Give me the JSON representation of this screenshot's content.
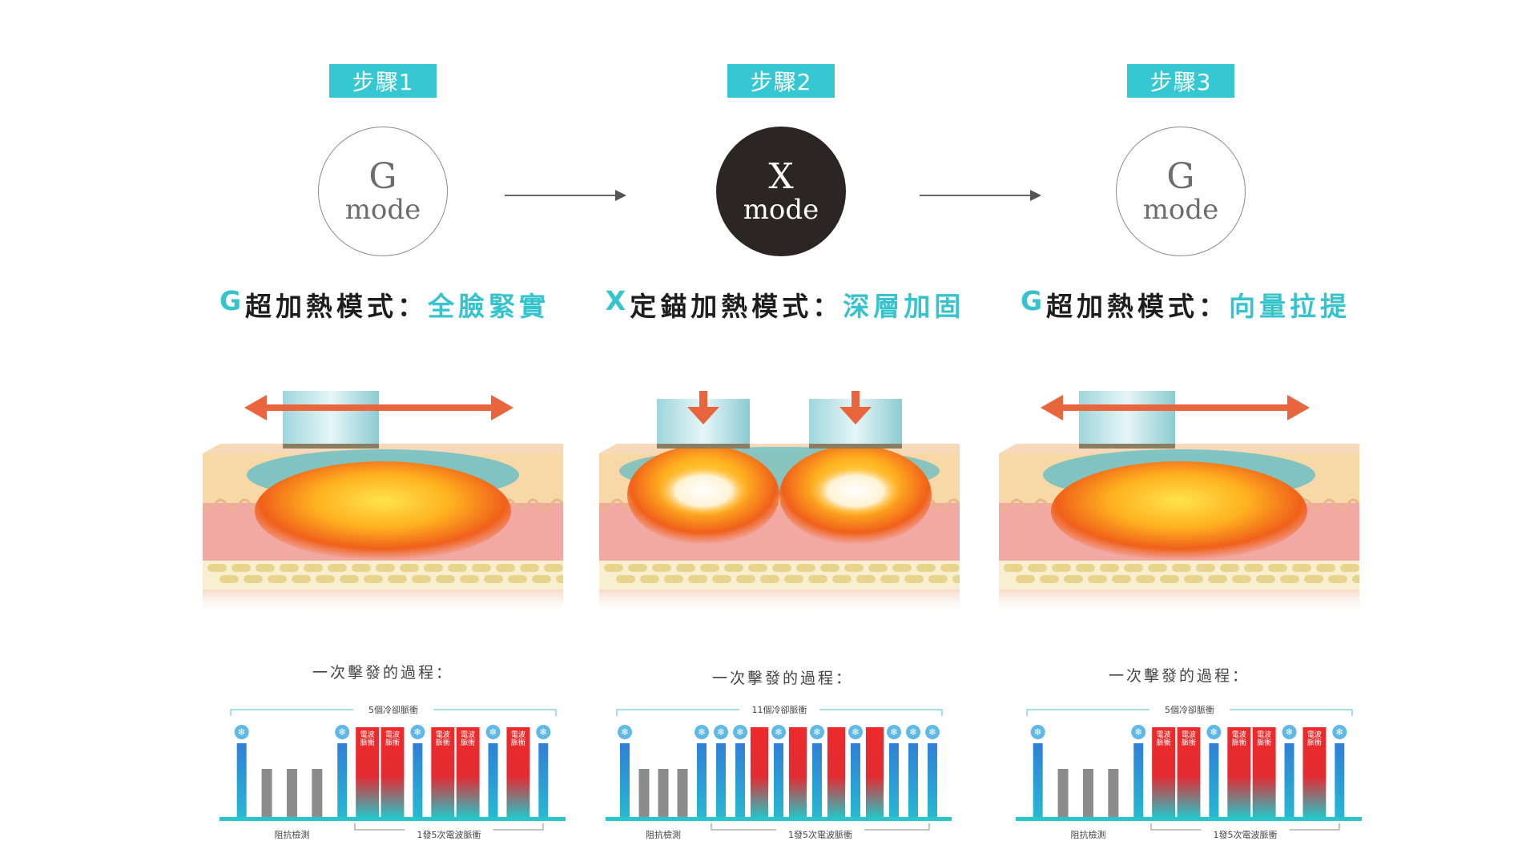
{
  "arrows": [
    "arrow-right-icon",
    "arrow-right-icon"
  ],
  "colors": {
    "accent": "#35c8d3",
    "dark_circle": "#2b2624",
    "pulse_red": "#ee2a2a",
    "pulse_blue": "#2f7fd6",
    "impedance_gray": "#8c8c8c"
  },
  "steps": [
    {
      "badge": "步驟1",
      "mode_letter": "G",
      "mode_word": "mode",
      "dark": false,
      "title_prefix": "G",
      "title_main": "超加熱模式：",
      "title_accent": "全臉緊實",
      "movement": "horizontal",
      "process_title": "一次擊發的過程：",
      "cooling_label": "5個冷卻脈衝",
      "impedance_label": "阻抗檢測",
      "pulse_label": "1發5次電波脈衝",
      "pulse_bar_text": "電波脈衝",
      "bars": [
        "cool",
        "imp",
        "imp",
        "imp",
        "cool",
        "rf",
        "rf",
        "cool",
        "rf",
        "rf",
        "cool",
        "rf",
        "cool"
      ]
    },
    {
      "badge": "步驟2",
      "mode_letter": "X",
      "mode_word": "mode",
      "dark": true,
      "title_prefix": "X",
      "title_main": "定錨加熱模式：",
      "title_accent": "深層加固",
      "movement": "vertical",
      "process_title": "一次擊發的過程：",
      "cooling_label": "11個冷卻脈衝",
      "impedance_label": "阻抗檢測",
      "pulse_label": "1發5次電波脈衝",
      "pulse_bar_text": "",
      "bars": [
        "cool",
        "imp",
        "imp",
        "imp",
        "cool",
        "cool",
        "cool",
        "rf",
        "cool",
        "rf",
        "cool",
        "rf",
        "cool",
        "rf",
        "cool",
        "cool",
        "cool"
      ]
    },
    {
      "badge": "步驟3",
      "mode_letter": "G",
      "mode_word": "mode",
      "dark": false,
      "title_prefix": "G",
      "title_main": "超加熱模式：",
      "title_accent": "向量拉提",
      "movement": "horizontal",
      "process_title": "一次擊發的過程：",
      "cooling_label": "5個冷卻脈衝",
      "impedance_label": "阻抗檢測",
      "pulse_label": "1發5次電波脈衝",
      "pulse_bar_text": "電波脈衝",
      "bars": [
        "cool",
        "imp",
        "imp",
        "imp",
        "cool",
        "rf",
        "rf",
        "cool",
        "rf",
        "rf",
        "cool",
        "rf",
        "cool"
      ]
    }
  ]
}
